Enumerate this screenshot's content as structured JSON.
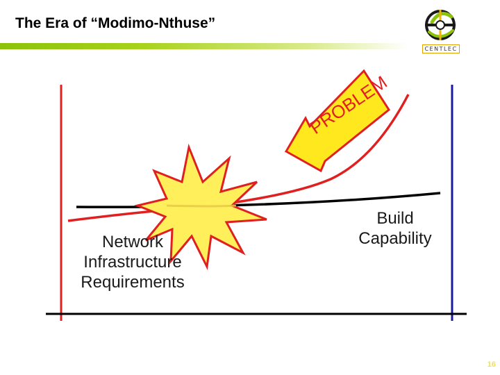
{
  "slide": {
    "title": "The Era of “Modimo-Nthuse”",
    "logo_text": "CENTLEC",
    "page_number": "16"
  },
  "diagram": {
    "arrow_text": "PROBLEM",
    "left_axis_label": [
      "Network",
      "Infrastructure",
      "Requirements"
    ],
    "right_axis_label": [
      "Build",
      "Capability"
    ]
  },
  "colors": {
    "title_bar_green": "#8bc20a",
    "left_axis_red": "#e02020",
    "right_axis_blue": "#1a1aa0",
    "curve_red": "#e02020",
    "capability_line": "#000000",
    "arrow_fill": "#ffe81e",
    "explosion_fill": "#ffef5a",
    "page_number_yellow": "#f2e24a"
  },
  "icons": {
    "logo": "centlec-logo-icon",
    "explosion": "explosion-icon",
    "arrow": "problem-arrow-icon"
  }
}
